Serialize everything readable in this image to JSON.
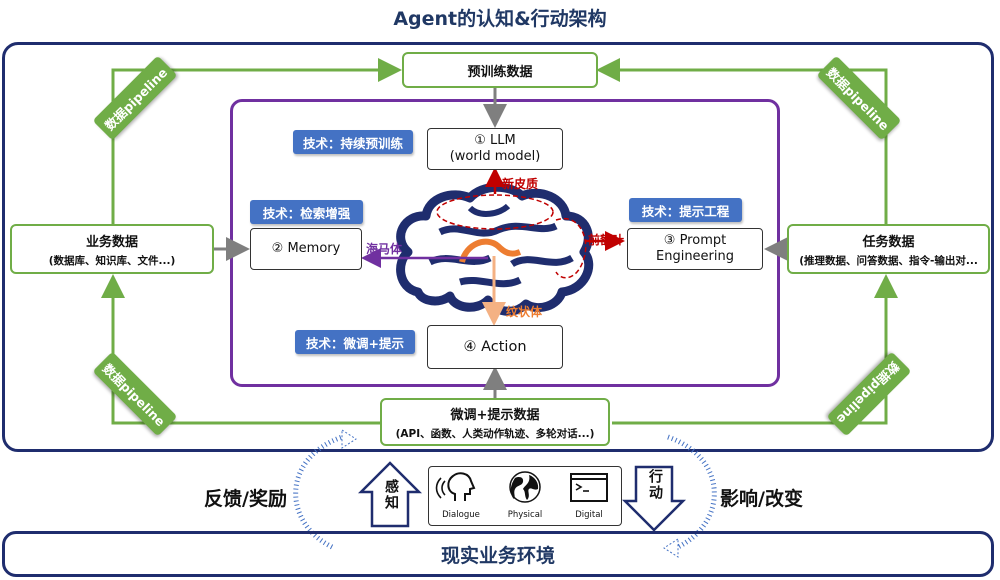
{
  "title": "Agent的认知&行动架构",
  "pretrain_data": "预训练数据",
  "llm": {
    "line1": "① LLM",
    "line2": "(world model)"
  },
  "memory": "② Memory",
  "prompt_eng": {
    "line1": "③ Prompt",
    "line2": "Engineering"
  },
  "action": "④ Action",
  "tech": {
    "continual": "技术：持续预训练",
    "retrieval": "技术：检索增强",
    "prompting": "技术：提示工程",
    "finetune": "技术：微调+提示"
  },
  "brain_labels": {
    "neocortex": "新皮质",
    "prefrontal": "前额叶",
    "hippocampus": "海马体",
    "striatum": "纹状体"
  },
  "business_data": {
    "title": "业务数据",
    "sub": "(数据库、知识库、文件...)"
  },
  "task_data": {
    "title": "任务数据",
    "sub": "(推理数据、问答数据、指令-输出对..."
  },
  "finetune_data": {
    "title": "微调+提示数据",
    "sub": "(API、函数、人类动作轨迹、多轮对话...)"
  },
  "pipeline_label": "数据pipeline",
  "feedback": "反馈/奖励",
  "influence": "影响/改变",
  "perceive": "感知",
  "act": "行动",
  "env_items": [
    "Dialogue",
    "Physical",
    "Digital"
  ],
  "real_env": "现实业务环境",
  "colors": {
    "navy": "#1f2d6e",
    "green": "#70ad47",
    "purple": "#7030a0",
    "tag_blue": "#4472c4",
    "red": "#c00000",
    "orange": "#ed7d31"
  }
}
